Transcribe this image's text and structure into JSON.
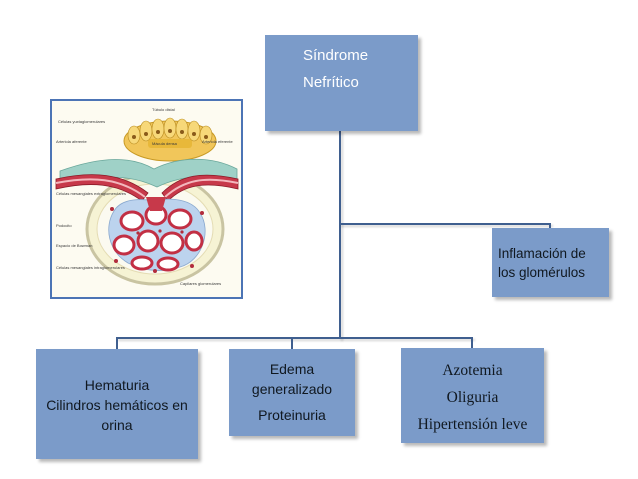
{
  "root": {
    "line1": "Síndrome",
    "line2": "Nefrítico"
  },
  "branch_right": {
    "line1": "Inflamación de",
    "line2": "los glomérulos"
  },
  "children": [
    {
      "line1": "Hematuria",
      "line2": "Cilindros hemáticos en",
      "line3": "orina"
    },
    {
      "line1": "Edema",
      "line2": "generalizado",
      "line3": "Proteinuria"
    },
    {
      "line1": "Azotemia",
      "line2": "Oliguria",
      "line3": "Hipertensión leve"
    }
  ],
  "illustration": {
    "labels": {
      "tubulo_distal": "Túbulo distal",
      "celulas_yuxta": "Células yuxtaglomerulares",
      "arteriola_aferente": "Arteriola aferente",
      "macula_densa": "Mácula densa",
      "arteriola_eferente": "Arteriola eferente",
      "mesangiales_extra": "Células mesangiales extraglomerulares",
      "podocito": "Podocito",
      "espacio_bowman": "Espacio de Bowman",
      "mesangiales_intra": "Células mesangiales intraglomerulares",
      "capilares": "Capilares glomerulares"
    }
  },
  "colors": {
    "box_fill": "#7b9bc9",
    "connector": "#3f5f8f",
    "frame_border": "#4c74b5"
  }
}
